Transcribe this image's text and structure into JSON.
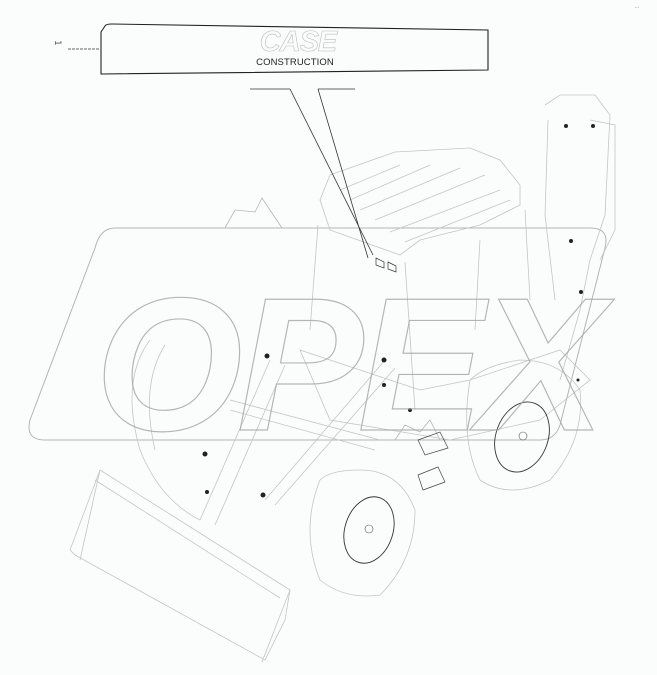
{
  "diagram": {
    "type": "parts-catalog-illustration",
    "subject": "backhoe loader with cab decal",
    "callouts": [
      {
        "id": "1",
        "label": "1",
        "target": "CASE CONSTRUCTION decal (cab front)"
      }
    ],
    "decal": {
      "brand": "CASE",
      "subtitle": "CONSTRUCTION"
    },
    "watermark": "OPEX",
    "corner_mark": "...",
    "colors": {
      "line": "#333333",
      "light_line": "#bdbdbd",
      "watermark_stroke": "#a9a9a9",
      "background": "#fbfdfc"
    }
  }
}
